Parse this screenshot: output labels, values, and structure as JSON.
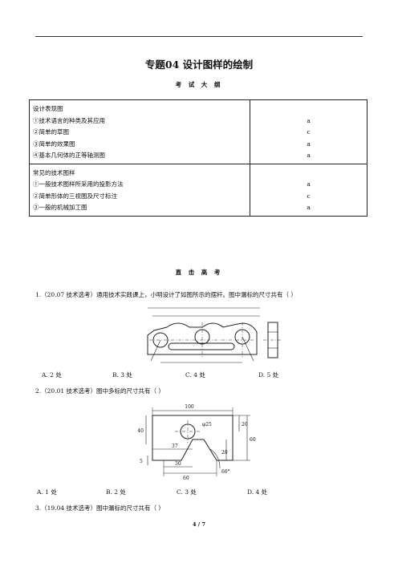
{
  "title": "专题04  设计图样的绘制",
  "outline_heading": "考 试 大 纲",
  "outline": [
    {
      "header": "设计表现图",
      "items": [
        {
          "text": "①技术语言的种类及其应用",
          "level": "a"
        },
        {
          "text": "②简单的草图",
          "level": "c"
        },
        {
          "text": "③简单的效果图",
          "level": "a"
        },
        {
          "text": "④基本几何体的正等轴测图",
          "level": "a"
        }
      ]
    },
    {
      "header": "常见的技术图样",
      "items": [
        {
          "text": "①一般技术图样所采用的投影方法",
          "level": "a"
        },
        {
          "text": "②简单形体的三视图及尺寸标注",
          "level": "c"
        },
        {
          "text": "③一般的机械加工图",
          "level": "a"
        }
      ]
    }
  ],
  "exam_heading": "直 击 高 考",
  "questions": [
    {
      "stem": "1.（20.07 技术选考）通用技术实践课上，小明设计了如图所示的摆杆。图中漏标的尺寸共有（          ）",
      "options": [
        "A. 2 处",
        "B. 3 处",
        "C. 4 处",
        "D. 5 处"
      ]
    },
    {
      "stem": "2.（20.01 技术选考）图中多标的尺寸共有（          ）",
      "options": [
        "A. 1 处",
        "B. 2 处",
        "C. 3 处",
        "D. 4 处"
      ],
      "figure_labels": {
        "d100": "100",
        "phi25": "φ25",
        "d40": "40",
        "d20a": "20",
        "d60v": "60",
        "d37": "37",
        "d20b": "20",
        "d5": "5",
        "d30": "30",
        "d60h": "60",
        "a60": "60°"
      }
    },
    {
      "stem": "3.（19.04 技术选考）图中漏标的尺寸共有（          ）"
    }
  ],
  "footer": "4 / 7"
}
